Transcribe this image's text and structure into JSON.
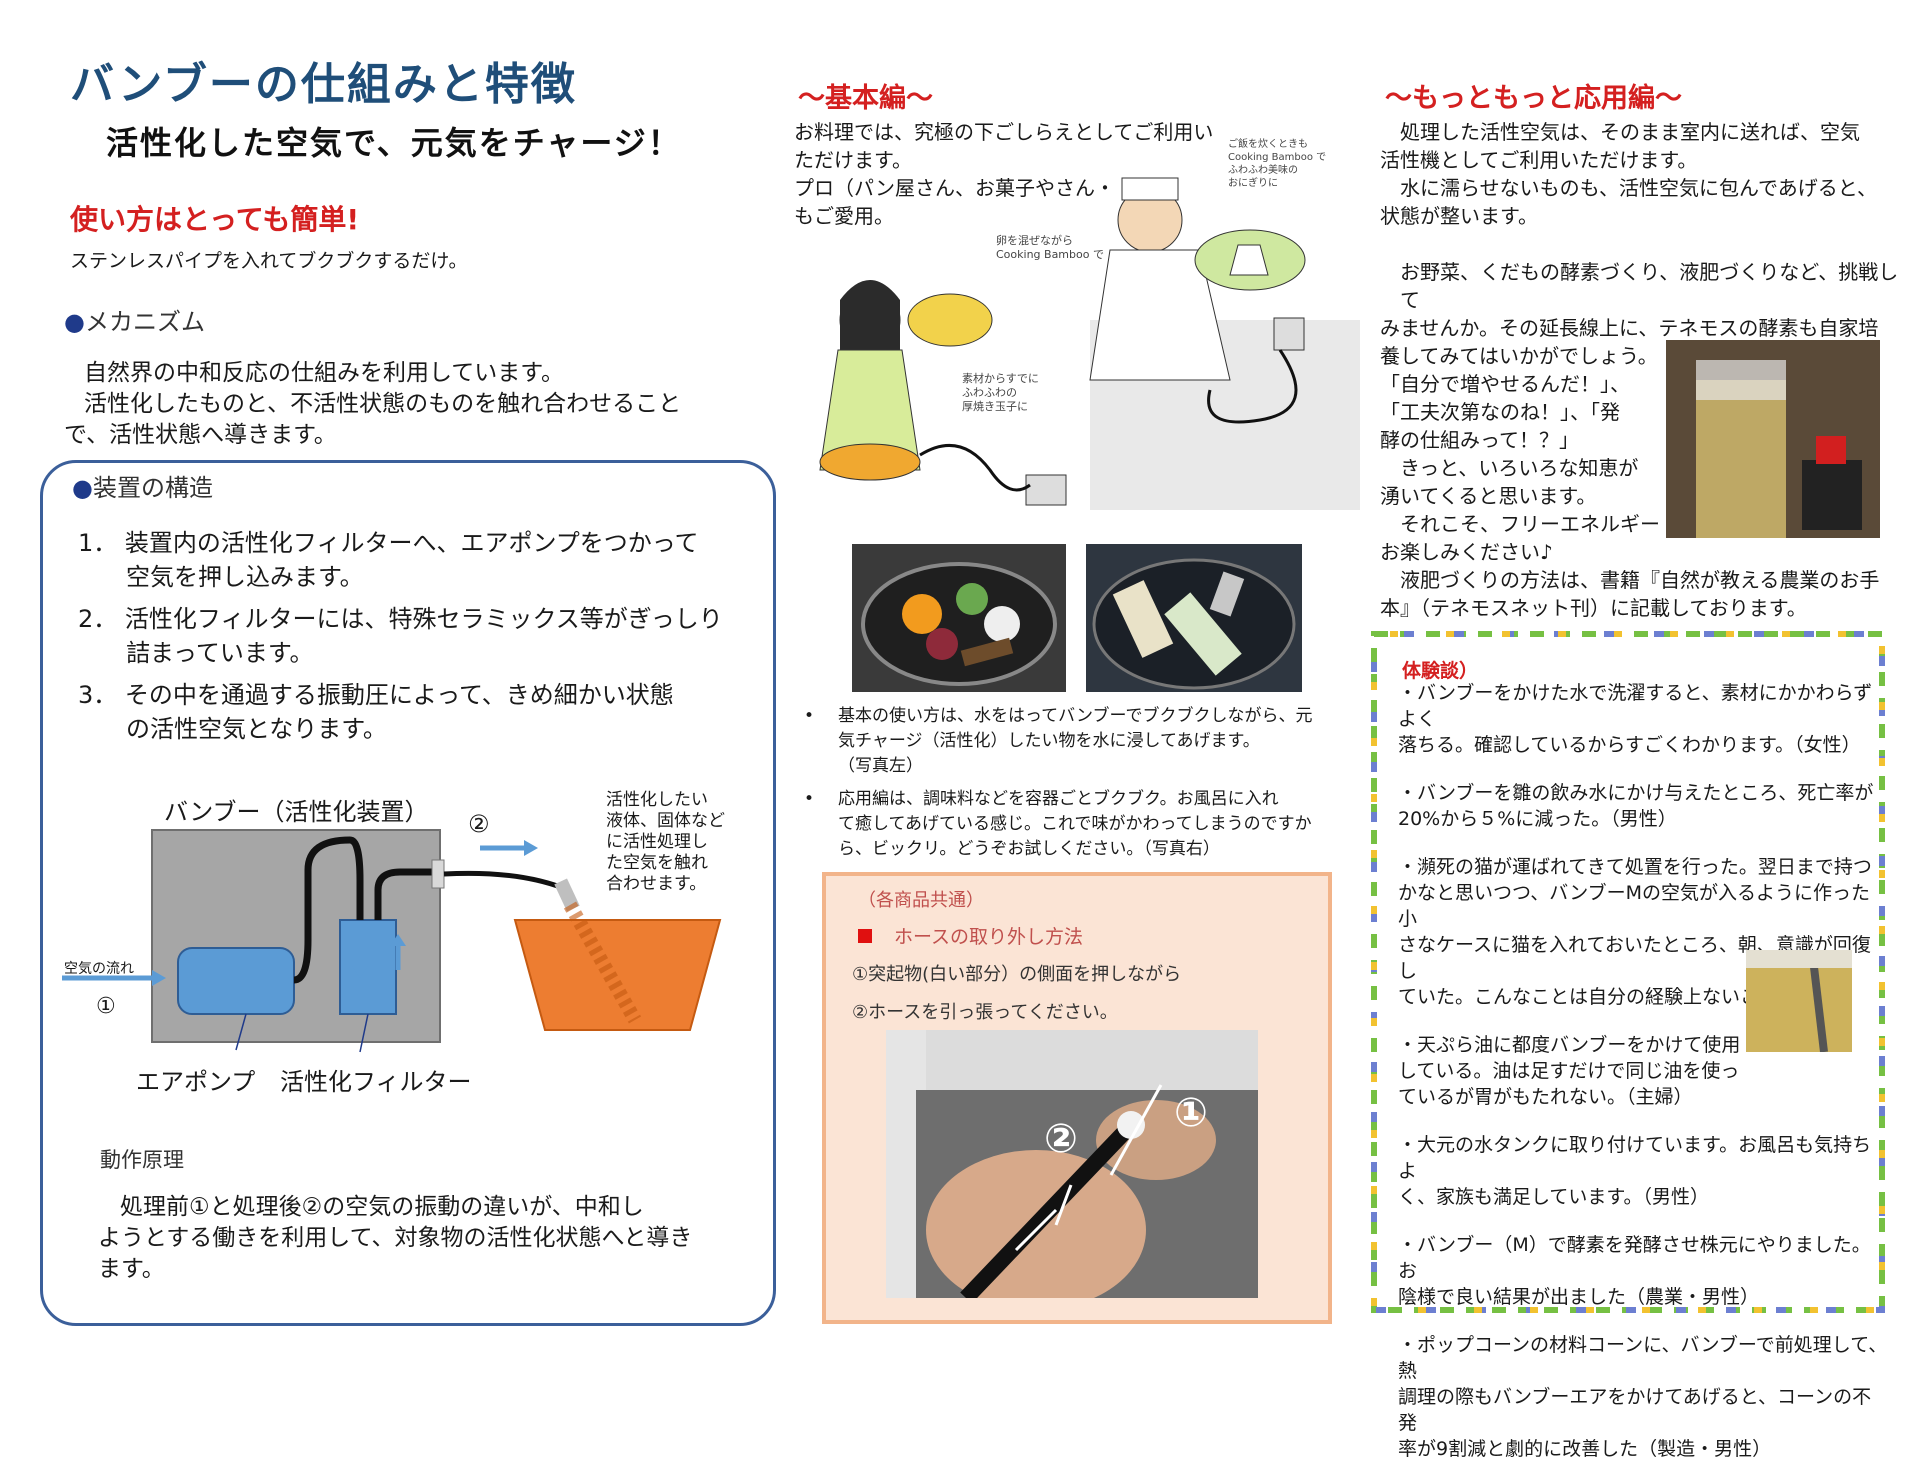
{
  "left": {
    "title": "バンブーの仕組みと特徴",
    "subtitle": "活性化した空気で、元気をチャージ！",
    "easy_heading": "使い方はとっても簡単!",
    "easy_text": "ステンレスパイプを入れてブクブクするだけ。",
    "mechanism_heading": "メカニズム",
    "mechanism_lines": [
      "自然界の中和反応の仕組みを利用しています。",
      "活性化したものと、不活性状態のものを触れ合わせること",
      "で、活性状態へ導きます。"
    ],
    "structure_heading": "装置の構造",
    "steps": [
      {
        "num": "1．",
        "line1": "装置内の活性化フィルターへ、エアポンプをつかって",
        "line2": "空気を押し込みます。"
      },
      {
        "num": "2．",
        "line1": "活性化フィルターには、特殊セラミックス等がぎっしり",
        "line2": "詰まっています。"
      },
      {
        "num": "3．",
        "line1": "その中を通過する振動圧によって、きめ細かい状態",
        "line2": "の活性空気となります。"
      }
    ],
    "diagram": {
      "device_label": "バンブー（活性化装置）",
      "air_flow": "空気の流れ",
      "circle1": "①",
      "circle2": "②",
      "pump_label": "エアポンプ",
      "filter_label": "活性化フィルター",
      "side_note": [
        "活性化したい",
        "液体、固体など",
        "に活性処理し",
        "た空気を触れ",
        "合わせます。"
      ]
    },
    "principle_heading": "動作原理",
    "principle_lines": [
      "処理前①と処理後②の空気の振動の違いが、中和し",
      "ようとする働きを利用して、対象物の活性化状態へと導き",
      "ます。"
    ]
  },
  "middle": {
    "title": "～基本編～",
    "intro_lines": [
      "お料理では、究極の下ごしらえとしてご利用い",
      "ただけます。",
      "プロ（パン屋さん、お菓子やさん・・）",
      "もご愛用。"
    ],
    "illus_captions": [
      "卵を混ぜながら",
      "Cooking Bamboo で",
      "素材からすでに",
      "ふわふわの",
      "厚焼き玉子に",
      "ご飯を炊くときも",
      "Cooking Bamboo で",
      "ふわふわ美味の",
      "おにぎりに"
    ],
    "bullets": [
      {
        "line1": "基本の使い方は、水をはってバンブーでブクブクしながら、元",
        "line2": "気チャージ（活性化）したい物を水に浸してあげます。",
        "line3": "（写真左）"
      },
      {
        "line1": "応用編は、調味料などを容器ごとブクブク。お風呂に入れ",
        "line2": "て癒してあげている感じ。これで味がかわってしまうのですか",
        "line3": "ら、ビックリ。どうぞお試しください。（写真右）"
      }
    ],
    "common_box": {
      "label": "（各商品共通）",
      "heading": "ホースの取り外し方法",
      "step1": "①突起物(白い部分）の側面を押しながら",
      "step2": "②ホースを引っ張ってください。",
      "photo_marks": [
        "①",
        "②"
      ]
    }
  },
  "right": {
    "title": "～もっともっと応用編～",
    "para1": [
      "処理した活性空気は、そのまま室内に送れば、空気",
      "活性機としてご利用いただけます。",
      "水に濡らせないものも、活性空気に包んであげると、",
      "状態が整います。"
    ],
    "para2": [
      "お野菜、くだもの酵素づくり、液肥づくりなど、挑戦して",
      "みませんか。その延長線上に、テネモスの酵素も自家培",
      "養してみてはいかがでしょう。",
      "「自分で増やせるんだ！」、",
      "「工夫次第なのね！」、「発",
      "酵の仕組みって！？」",
      "きっと、いろいろな知恵が",
      "湧いてくると思います。",
      "それこそ、フリーエネルギー",
      "お楽しみください♪"
    ],
    "para3": [
      "液肥づくりの方法は、書籍『自然が教える農業のお手",
      "本』（テネモスネット刊）に記載しております。"
    ],
    "exp_heading": "体験談）",
    "experiences": [
      [
        "・バンブーをかけた水で洗濯すると、素材にかかわらずよく",
        "落ちる。確認しているからすごくわかります。（女性）"
      ],
      [
        "・バンブーを雛の飲み水にかけ与えたところ、死亡率が",
        "20%から５%に減った。（男性）"
      ],
      [
        "・瀕死の猫が運ばれてきて処置を行った。翌日まで持つ",
        "かなと思いつつ、バンブーMの空気が入るように作った小",
        "さなケースに猫を入れておいたところ、朝、意識が回復し",
        "ていた。こんなことは自分の経験上ないこと（獣医）"
      ],
      [
        "・天ぷら油に都度バンブーをかけて使用",
        "している。油は足すだけで同じ油を使っ",
        "ているが胃がもたれない。（主婦）"
      ],
      [
        "・大元の水タンクに取り付けています。お風呂も気持ちよ",
        "く、家族も満足しています。（男性）"
      ],
      [
        "・バンブー（M）で酵素を発酵させ株元にやりました。お",
        "陰様で良い結果が出ました（農業・男性）"
      ],
      [
        "・ポップコーンの材料コーンに、バンブーで前処理して、熱",
        "調理の際もバンブーエアをかけてあげると、コーンの不発",
        "率が9割減と劇的に改善した（製造・男性）"
      ]
    ]
  },
  "colors": {
    "navy": "#1f4e79",
    "red": "#d42020",
    "box_border": "#3b5f9a",
    "pump_blue": "#5b9bd5",
    "bucket_orange": "#ed7d31",
    "orange_box": "#fbe4d5"
  }
}
